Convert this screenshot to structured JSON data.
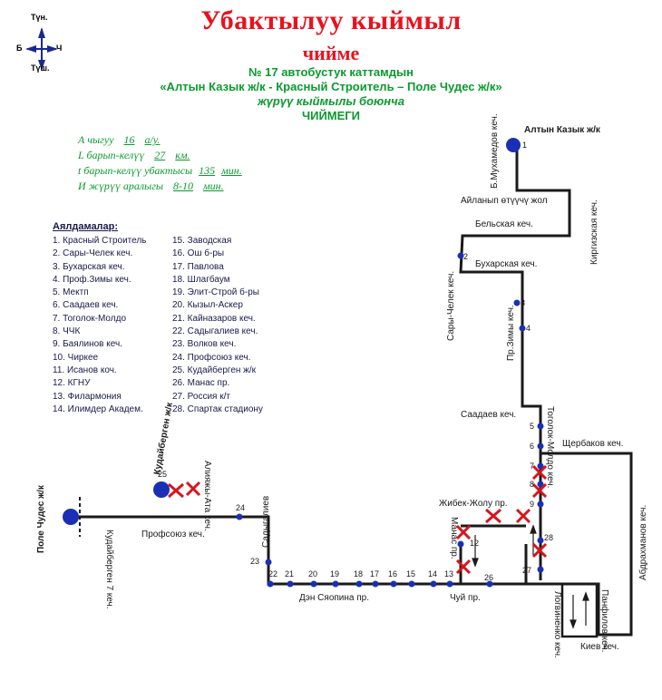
{
  "title": {
    "line1": "Убактылуу кыймыл",
    "line2": "чийме"
  },
  "subtitle": {
    "line1": "№ 17  автобустук каттамдын",
    "line2": "«Алтын Казык ж/к - Красный Строитель – Поле Чудес ж/к»",
    "line3": "жүрүү кыймылы боюнча",
    "line4": "ЧИЙМЕГИ"
  },
  "compass": {
    "n": "Түн.",
    "s": "Түш.",
    "w": "Б",
    "e": "Ч"
  },
  "info": [
    {
      "label": "А чыгуу",
      "value": "16",
      "unit": "а/у."
    },
    {
      "label": "L барып-келүү",
      "value": "27",
      "unit": "км."
    },
    {
      "label": "t барып-келүү убактысы",
      "value": "135",
      "unit": "мин."
    },
    {
      "label": "И жүрүү аралыгы",
      "value": "8-10",
      "unit": "мин."
    }
  ],
  "stops_title": "Аялдамалар:",
  "stops_col1": [
    "1. Красный Строитель",
    "2. Сары-Челек кеч.",
    "3. Бухарская кеч.",
    "4. Проф.Зимы кеч.",
    "5. Мектп",
    "6. Саадаев кеч.",
    "7. Тоголок-Молдо",
    "8. ЧЧК",
    "9. Баялинов кеч.",
    "10. Чиркее",
    "11. Исанов коч.",
    "12. КГНУ",
    "13. Филармония",
    "14. Илимдер Академ."
  ],
  "stops_col2": [
    "15. Заводская",
    "16. Ош б-ры",
    "17. Павлова",
    "18. Шлагбаум",
    "19. Элит-Строй б-ры",
    "20. Кызыл-Аскер",
    "21. Кайназаров кеч.",
    "22. Садыгалиев кеч.",
    "23. Волков кеч.",
    "24. Профсоюз кеч.",
    "25. Кудайберген ж/к",
    "26. Манас пр.",
    "27. Россия к/т",
    "28. Спартак стадиону"
  ],
  "map": {
    "labels": {
      "altyn": "Алтын Казык ж/к",
      "mukhamedov": "Б.Мухамедов кеч.",
      "ailanyp": "Айланып өтүүчү жол",
      "belskaya": "Бельская кеч.",
      "kirgizskaya": "Киргизская кеч.",
      "sary_chelek": "Сары-Челек кеч.",
      "bukharskaya": "Бухарская кеч.",
      "pr_zimy": "Пр.Зимы кеч.",
      "saadaev": "Саадаев кеч.",
      "togolok": "Тоголок-Молдо кеч.",
      "shcherbakov": "Щербаков кеч.",
      "abdrakhmanov": "Абдрахманов кеч.",
      "zhibek": "Жибек-Жолу пр.",
      "manas": "Манас пр.",
      "panfilov": "Панфилов кеч.",
      "logvinenko": "Логвиненко кеч.",
      "kiev": "Киев кеч.",
      "chui": "Чуй пр.",
      "den_syaopin": "Дэн Сяопина пр.",
      "sadygaliev": "Садыгалиев",
      "profsoyuz": "Профсоюз кеч.",
      "aliyazh": "Алияжы-Ата кеч.",
      "kudaibergen_zhk": "Кудайберген ж/к",
      "kudaibergen7": "Кудайберген 7 кеч.",
      "pole_chudes": "Поле Чудес ж/к"
    },
    "stop_numbers": [
      "1",
      "2",
      "3",
      "4",
      "5",
      "6",
      "7",
      "8",
      "9",
      "12",
      "13",
      "14",
      "15",
      "16",
      "17",
      "18",
      "19",
      "20",
      "21",
      "22",
      "23",
      "24",
      "25",
      "26",
      "27",
      "28"
    ]
  }
}
